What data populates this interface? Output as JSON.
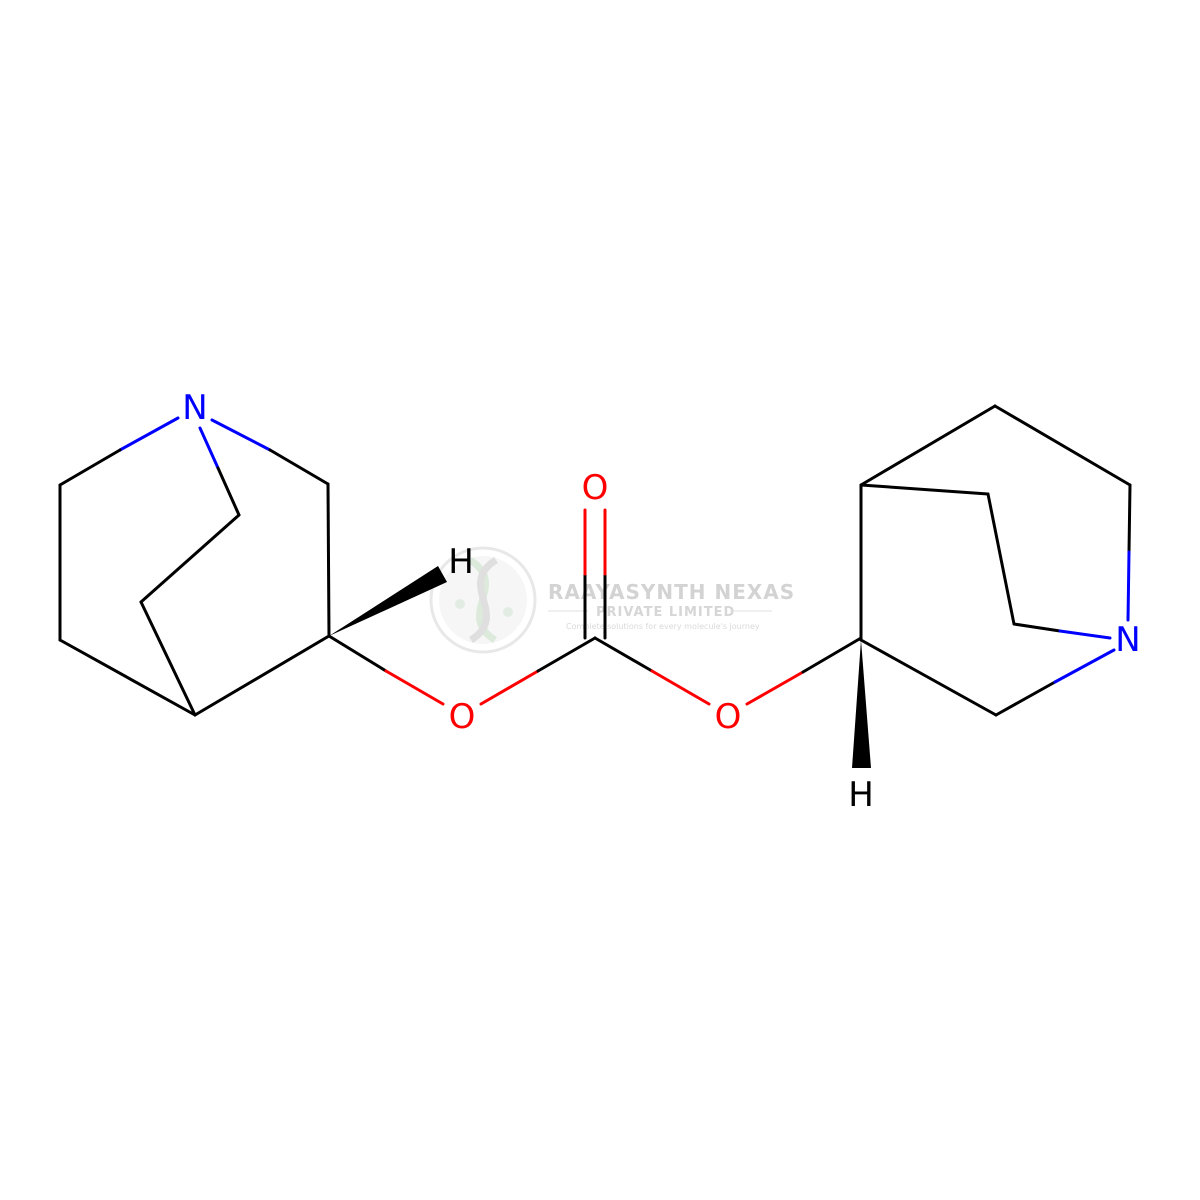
{
  "molecule": {
    "atoms": {
      "n_left": {
        "label": "N",
        "color": "#0000ff"
      },
      "n_right": {
        "label": "N",
        "color": "#0000ff"
      },
      "o_carbonyl": {
        "label": "O",
        "color": "#ff0000"
      },
      "o_ester_left": {
        "label": "O",
        "color": "#ff0000"
      },
      "o_ester_right": {
        "label": "O",
        "color": "#ff0000"
      },
      "h_left": {
        "label": "H",
        "color": "#000000"
      },
      "h_right": {
        "label": "H",
        "color": "#000000"
      }
    },
    "colors": {
      "bond": "#000000",
      "nitrogen": "#0000ff",
      "oxygen": "#ff0000",
      "background": "#ffffff"
    }
  },
  "watermark": {
    "company": "RAAYASYNTH NEXAS",
    "subtitle": "PRIVATE LIMITED",
    "tagline": "Complete solutions for every molecule's journey",
    "logo_icon": "helix-logo-icon",
    "color": "#cfcfcf"
  }
}
